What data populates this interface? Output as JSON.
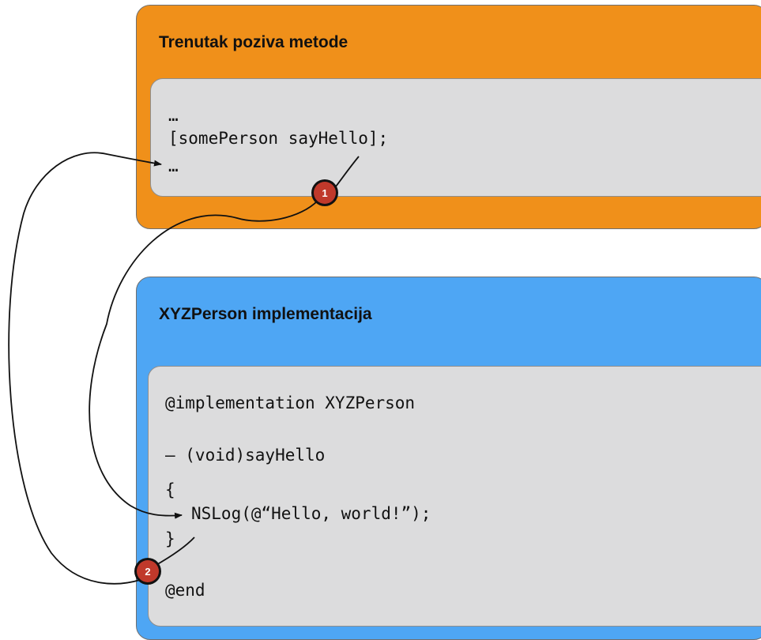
{
  "colors": {
    "call_panel": "#f0901a",
    "implementation_panel": "#4ea6f4",
    "code_box": "#dcdcdd",
    "badge": "#c0392b"
  },
  "call_panel": {
    "title": "Trenutak poziva metode",
    "code": [
      "…",
      "[somePerson sayHello];",
      "…"
    ]
  },
  "implementation_panel": {
    "title": "XYZPerson implementacija",
    "code": [
      "@implementation XYZPerson",
      "– (void)sayHello",
      "{",
      "NSLog(@“Hello, world!”);",
      "}",
      "@end"
    ]
  },
  "badges": [
    "1",
    "2"
  ]
}
